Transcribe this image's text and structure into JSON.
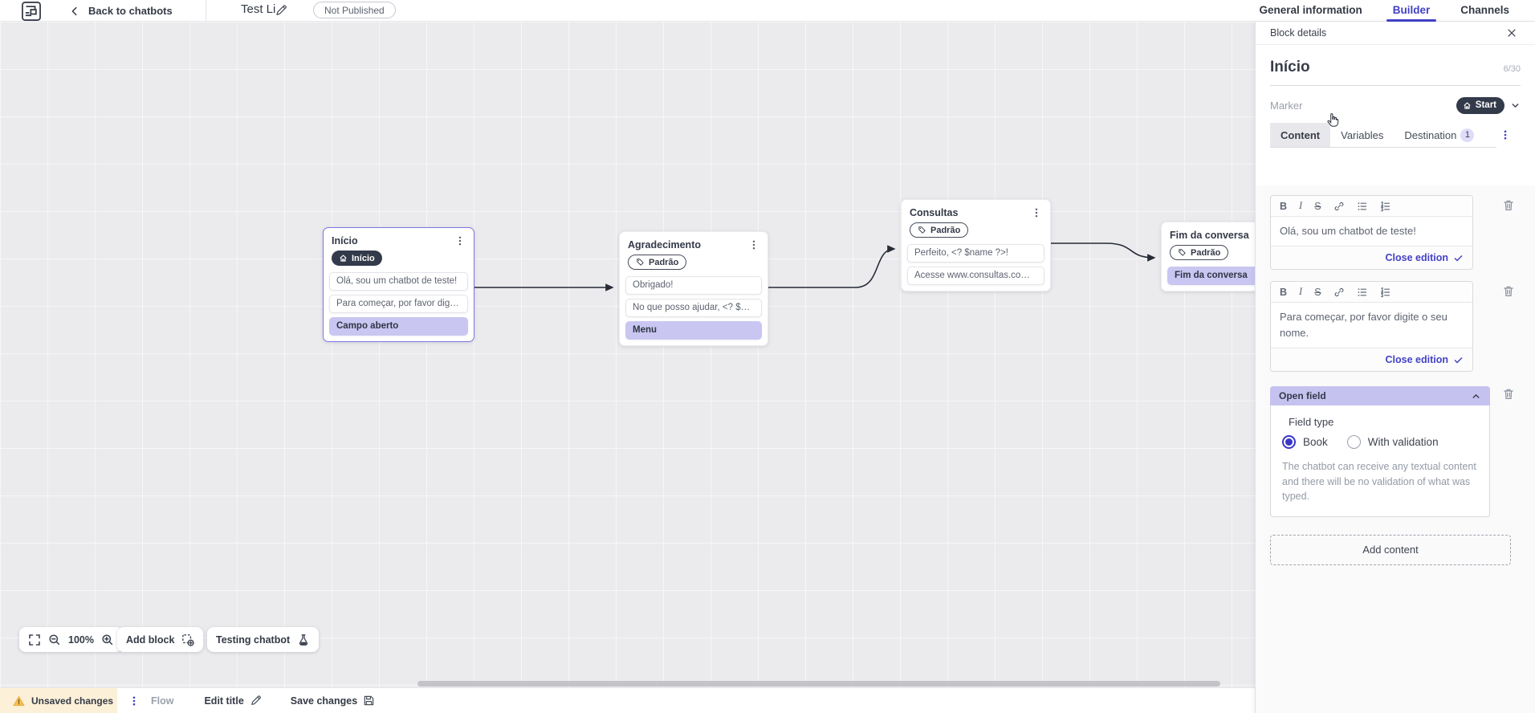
{
  "topbar": {
    "back_label": "Back to chatbots",
    "title": "Test Li",
    "status_badge": "Not Published",
    "tabs": [
      {
        "label": "General information"
      },
      {
        "label": "Builder"
      },
      {
        "label": "Channels"
      }
    ]
  },
  "panel": {
    "header": "Block details",
    "block_title": "Início",
    "counter": "6/30",
    "marker_label": "Marker",
    "marker_value": "Start",
    "tabs": {
      "content": "Content",
      "variables": "Variables",
      "destination": "Destination",
      "destination_badge": "1"
    },
    "toolbar": {
      "bold": "B",
      "italic": "I",
      "strike": "S"
    },
    "editors": [
      {
        "text": "Olá, sou um chatbot de teste!",
        "close_label": "Close edition"
      },
      {
        "text": "Para começar, por favor digite o seu nome.",
        "close_label": "Close edition"
      }
    ],
    "open_field": {
      "title": "Open field",
      "field_type_label": "Field type",
      "option_book": "Book",
      "option_validation": "With validation",
      "helper": "The chatbot can receive any textual content and there will be no validation of what was typed."
    },
    "add_content_label": "Add content"
  },
  "canvas": {
    "blocks": [
      {
        "title": "Início",
        "marker": "Início",
        "items": [
          {
            "text": "Olá, sou um chatbot de teste!"
          },
          {
            "text": "Para começar, por favor digite o ..."
          },
          {
            "text": "Campo aberto"
          }
        ]
      },
      {
        "title": "Agradecimento",
        "marker": "Padrão",
        "items": [
          {
            "text": "Obrigado!"
          },
          {
            "text": "No que posso ajudar, <? $name ..."
          },
          {
            "text": "Menu"
          }
        ]
      },
      {
        "title": "Consultas",
        "marker": "Padrão",
        "items": [
          {
            "text": "Perfeito, <? $name ?>!"
          },
          {
            "text": "Acesse www.consultas.com par..."
          }
        ]
      },
      {
        "title": "Fim da conversa",
        "marker": "Padrão",
        "items": [
          {
            "text": "Fim da conversa"
          }
        ]
      }
    ]
  },
  "controls": {
    "zoom_level": "100%",
    "add_block_label": "Add block",
    "testing_label": "Testing chatbot"
  },
  "statusbar": {
    "unsaved_label": "Unsaved changes",
    "flow_label": "Flow",
    "edit_title_label": "Edit title",
    "save_label": "Save changes"
  },
  "colors": {
    "accent": "#4341c8",
    "lavender": "#c9c6f2",
    "dark_pill": "#333a4a",
    "warning_bg": "#fcf0d8",
    "warning_icon": "#edaa3f"
  }
}
